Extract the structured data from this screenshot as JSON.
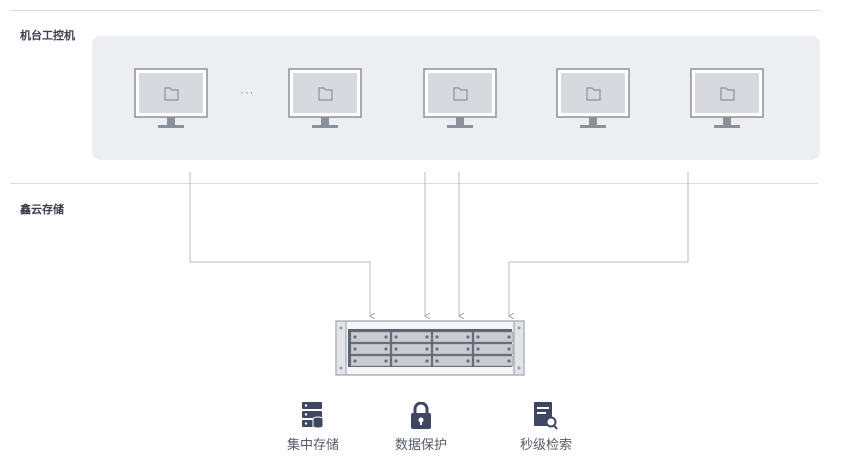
{
  "sections": {
    "machines_label": "机台工控机",
    "storage_label": "鑫云存储"
  },
  "panel": {
    "ellipsis": "···",
    "monitor_count_shown": 5
  },
  "features": [
    {
      "label": "集中存储",
      "icon": "database-stack-icon"
    },
    {
      "label": "数据保护",
      "icon": "lock-icon"
    },
    {
      "label": "秒级检索",
      "icon": "document-search-icon"
    }
  ],
  "colors": {
    "accent": "#3f4663",
    "line": "#b7bbc3",
    "panel_bg": "#eceef2"
  }
}
